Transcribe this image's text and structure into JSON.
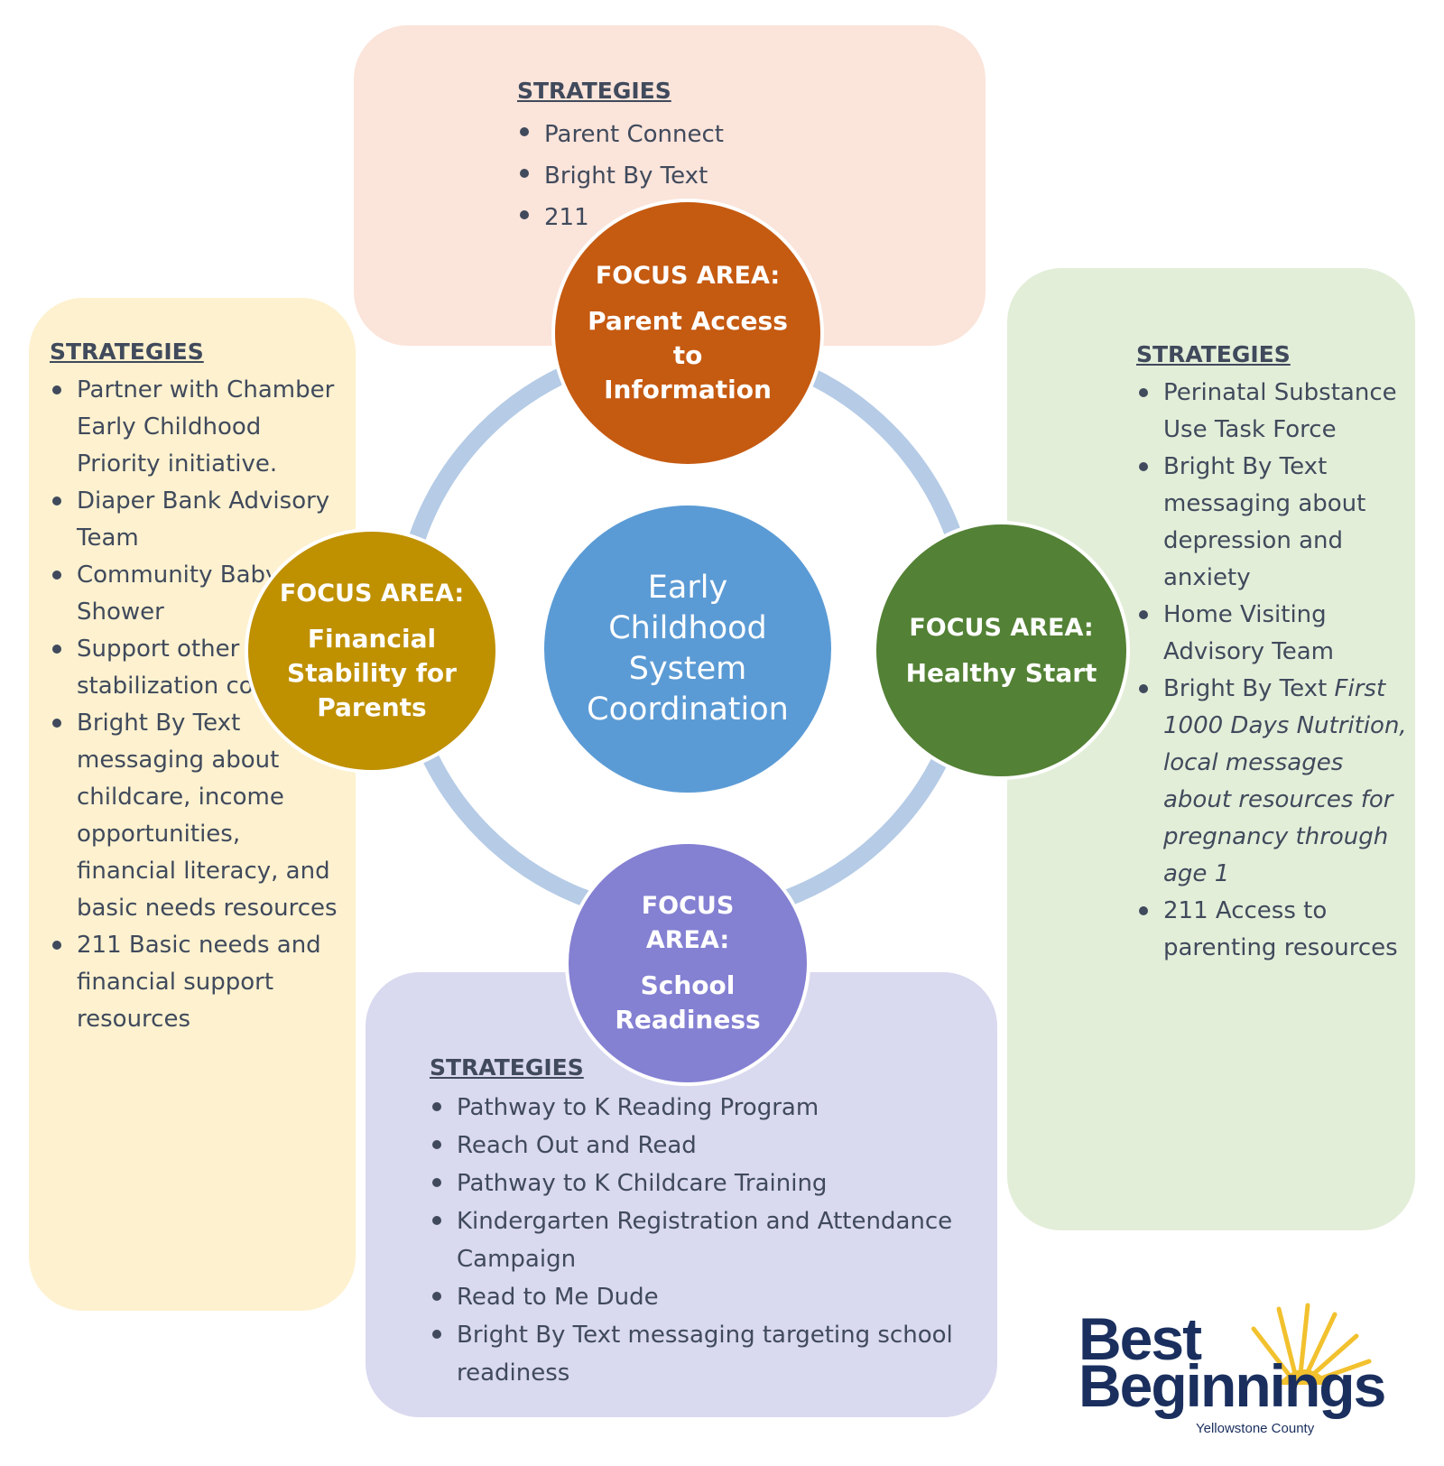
{
  "top": {
    "title": "STRATEGIES",
    "items": [
      "Parent Connect",
      "Bright By Text",
      "211"
    ]
  },
  "left": {
    "title": "STRATEGIES",
    "items": [
      "Partner with Chamber Early Childhood Priority initiative.",
      "Diaper Bank Advisory Team",
      "Community Baby Shower",
      "Support other crisis stabilization coalitions",
      "Bright By Text messaging about childcare, income opportunities, financial literacy, and basic needs resources",
      "211 Basic needs and financial support resources"
    ]
  },
  "right": {
    "title": "STRATEGIES",
    "items": [
      "Perinatal Substance Use Task Force",
      "Bright By Text messaging about depression and anxiety",
      "Home Visiting Advisory Team",
      "211 Access to parenting resources"
    ],
    "item4_plain": "Bright By Text",
    "item4_italic": "First 1000 Days Nutrition, local messages about resources for pregnancy through age 1"
  },
  "bottom": {
    "title": "STRATEGIES",
    "items": [
      "Pathway to K Reading Program",
      "Reach Out and Read",
      "Pathway to K Childcare Training",
      "Kindergarten Registration and Attendance Campaign",
      "Read to Me Dude",
      "Bright By Text messaging targeting school readiness"
    ]
  },
  "focus": {
    "top": {
      "label": "FOCUS AREA:",
      "name": "Parent Access\nto\nInformation",
      "color": "#c55a11"
    },
    "left": {
      "label": "FOCUS AREA:",
      "name": "Financial\nStability for\nParents",
      "color": "#bf9000"
    },
    "right": {
      "label": "FOCUS AREA:",
      "name": "Healthy Start",
      "color": "#538135"
    },
    "bottom": {
      "label": "FOCUS\nAREA:",
      "name": "School\nReadiness",
      "color": "#8480d2"
    }
  },
  "center": {
    "text": "Early\nChildhood\nSystem\nCoordination",
    "color": "#5b9bd5"
  },
  "logo": {
    "line1": "Best",
    "line2": "Beginnings",
    "sub": "Yellowstone County"
  }
}
